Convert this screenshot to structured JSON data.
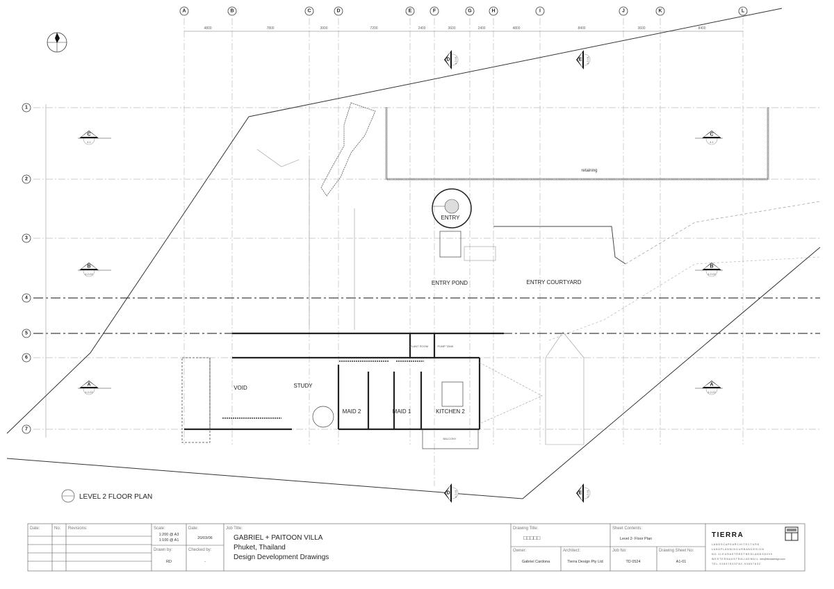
{
  "drawing": {
    "grid_columns": [
      "A",
      "B",
      "C",
      "D",
      "E",
      "F",
      "G",
      "H",
      "I",
      "J",
      "K",
      "L"
    ],
    "grid_rows": [
      "1",
      "2",
      "3",
      "4",
      "5",
      "6",
      "7"
    ],
    "column_dimensions": [
      "4800",
      "7800",
      "3000",
      "7200",
      "2400",
      "3600",
      "2400",
      "4800",
      "8400",
      "3600",
      "8400"
    ],
    "sections": {
      "A": {
        "letter": "A",
        "ref": "4.2-02"
      },
      "B": {
        "letter": "B",
        "ref": "4.2-02"
      },
      "C": {
        "letter": "C",
        "ref": "4.1"
      },
      "D": {
        "letter": "D",
        "ref": "4.2-01"
      },
      "E": {
        "letter": "E",
        "ref": "4.2-01"
      }
    },
    "rooms": {
      "void": "VOID",
      "study": "STUDY",
      "maid2": "MAID 2",
      "maid1": "MAID 1",
      "kitchen2": "KITCHEN 2",
      "entry": "ENTRY",
      "entry_pond": "ENTRY POND",
      "entry_courtyard": "ENTRY COURTYARD",
      "retaining": "retaining",
      "balcony": "BALCONY",
      "plant_room": "PLANT ROOM",
      "pump_tank": "PUMP TANK"
    },
    "plan_title": "LEVEL 2 FLOOR PLAN"
  },
  "title_block": {
    "date_label": "Date:",
    "no_label": "No:",
    "revisions_label": "Revisions:",
    "scale_label": "Scale:",
    "scale_a3": "1:200 @ A3",
    "scale_a1": "1:100 @ A1",
    "date2_label": "Date:",
    "date_value": "20/03/06",
    "drawn_by_label": "Drawn by:",
    "drawn_by": "RD",
    "checked_by_label": "Checked by:",
    "checked_by": "-",
    "job_title_label": "Job Title:",
    "job_title_1": "GABRIEL + PAITOON VILLA",
    "job_title_2": "Phuket, Thailand",
    "job_title_3": "Design Development Drawings",
    "drawing_title_label": "Drawing Title:",
    "drawing_title": "□□□□□",
    "sheet_contents_label": "Sheet Contents:",
    "sheet_contents": "Level 2- Floor Plan",
    "owner_label": "Owner:",
    "owner": "Gabriel Cardona",
    "architect_label": "Architect:",
    "architect": "Tierra Design Pty Ltd",
    "job_no_label": "Job No:",
    "job_no": "TD 0524",
    "sheet_no_label": "Drawing Sheet No:",
    "sheet_no": "A1-01",
    "firm": "TIERRA",
    "firm_line1": "L A N D S C A P E   A R C H I T E C T U R E",
    "firm_line2": "L A N D P L A N N I N G   U R B A N   D E S I G N",
    "firm_line3": "N O . 1 L E U R A  S T R E E T   N E D L A N D S   6 0 0 9",
    "firm_line4": "W E S T E R N   A U S T R A L I A   E M A I L : info@tierradesign.com",
    "firm_line5": "T E L : 9 3 8 9 7 8 3 3   F A X : 9 3 8 9 7 8 3 2"
  }
}
